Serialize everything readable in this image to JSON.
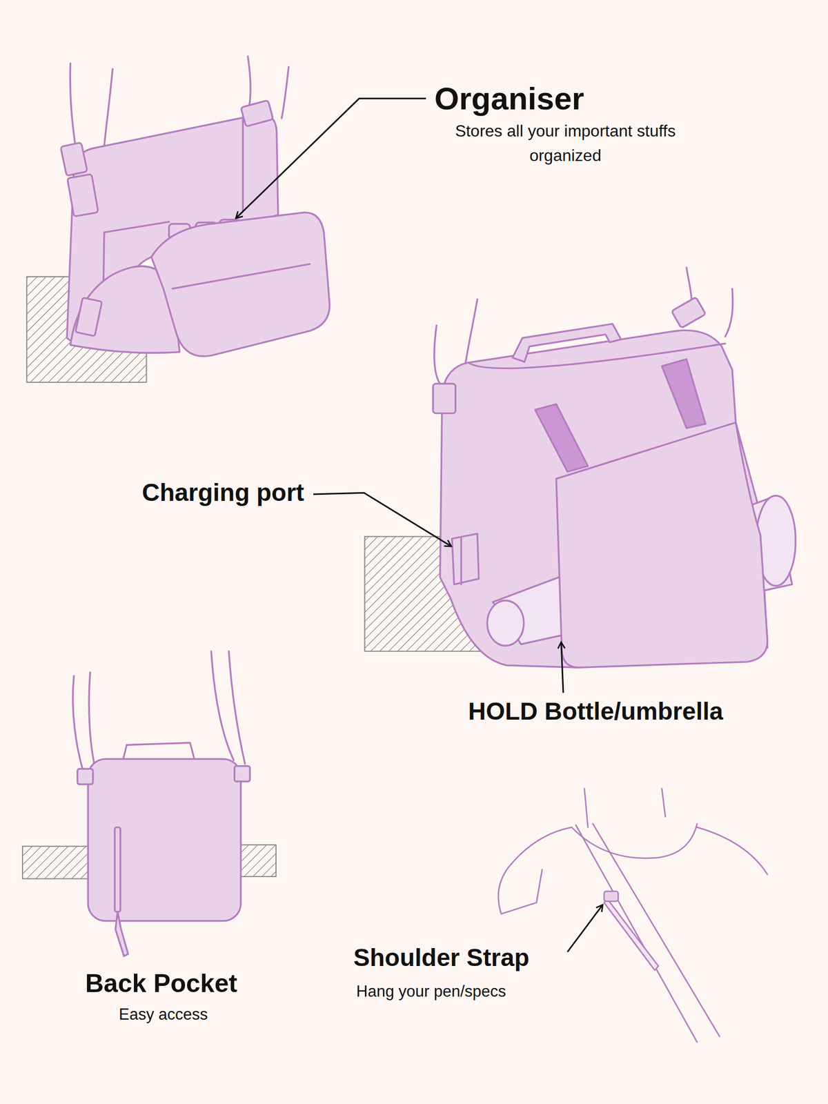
{
  "diagram": {
    "labels": [
      "Organiser",
      "Stores all your important stuffs organized",
      "Charging port",
      "HOLD Bottle/umbrella",
      "Back Pocket",
      "Easy access",
      "Shoulder Strap",
      "Hang your pen/specs"
    ]
  }
}
